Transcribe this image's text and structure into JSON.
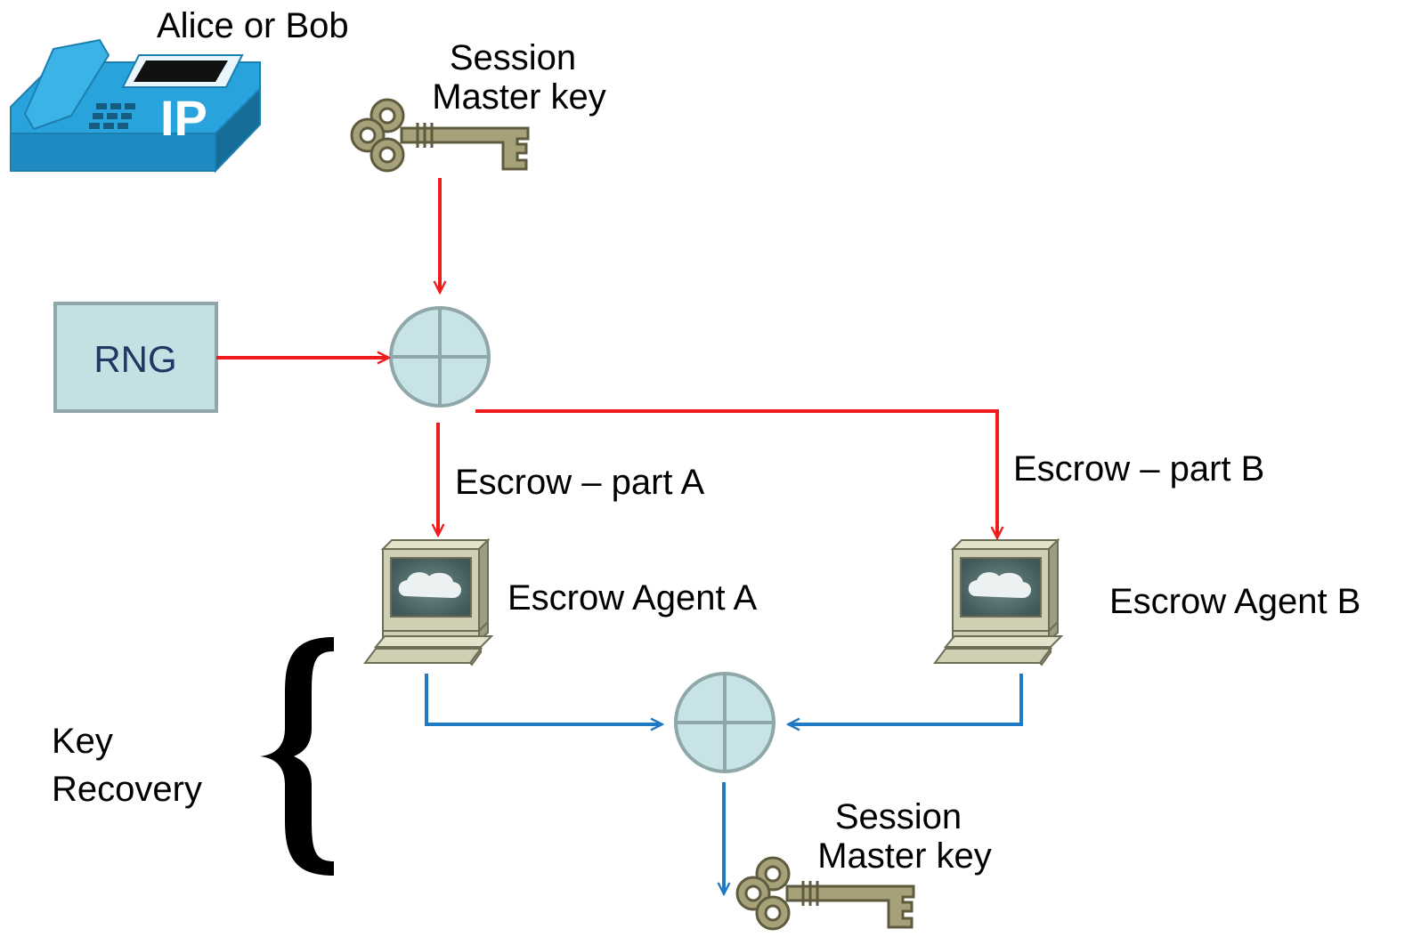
{
  "phone": {
    "caption": "Alice or Bob",
    "badge": "IP"
  },
  "top_key": {
    "line1": "Session",
    "line2": "Master key"
  },
  "rng": {
    "label": "RNG"
  },
  "escrow_a": {
    "edge_label": "Escrow – part A",
    "agent_label": "Escrow Agent A"
  },
  "escrow_b": {
    "edge_label": "Escrow – part B",
    "agent_label": "Escrow Agent B"
  },
  "recovery": {
    "line1": "Key",
    "line2": "Recovery"
  },
  "bottom_key": {
    "line1": "Session",
    "line2": "Master key"
  },
  "colors": {
    "escrow_flow": "#ee1c1c",
    "recovery_flow": "#1f7ac3",
    "combiner_fill": "#c7e3e6",
    "combiner_stroke": "#8fa7a8",
    "rng_fill": "#c3e0e3",
    "rng_text": "#1f3864",
    "phone_blue": "#29a3db",
    "key_gold": "#a7a17a",
    "computer_beige": "#cfcfb3"
  }
}
